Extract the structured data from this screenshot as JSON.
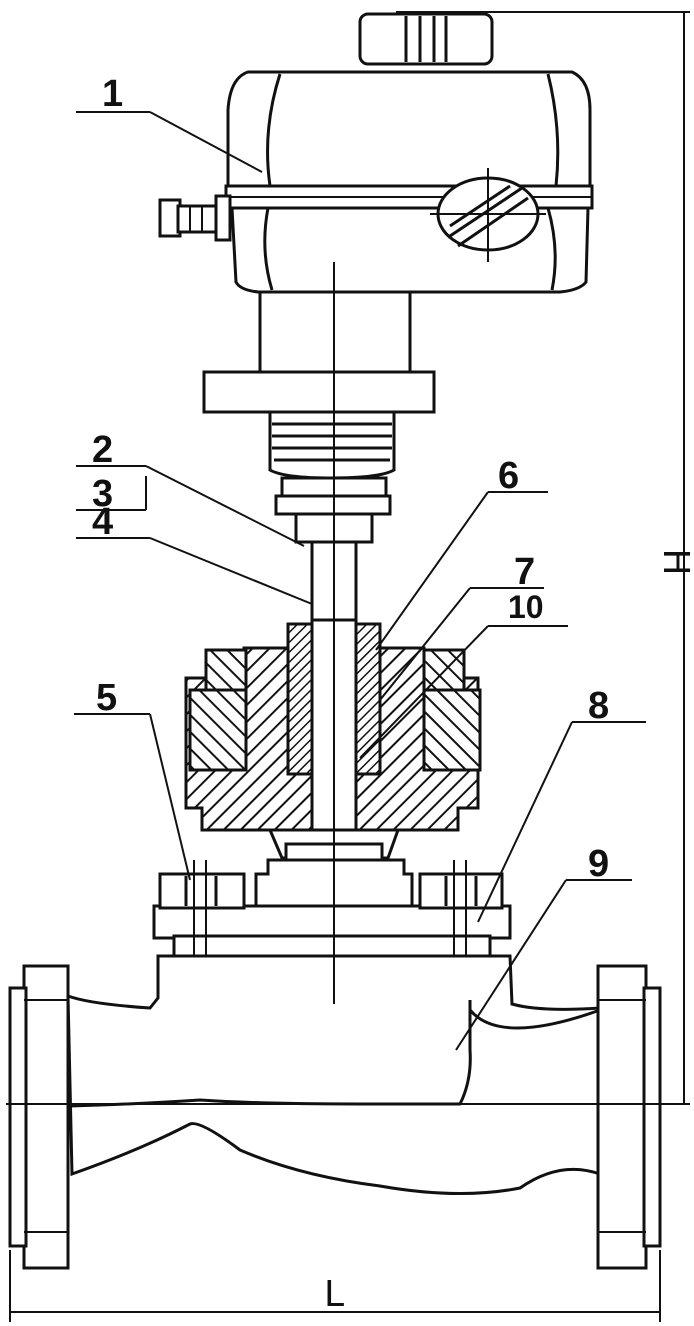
{
  "diagram": {
    "part_labels": [
      {
        "id": "p1",
        "text": "1"
      },
      {
        "id": "p2",
        "text": "2"
      },
      {
        "id": "p3",
        "text": "3"
      },
      {
        "id": "p4",
        "text": "4"
      },
      {
        "id": "p5",
        "text": "5"
      },
      {
        "id": "p6",
        "text": "6"
      },
      {
        "id": "p7",
        "text": "7"
      },
      {
        "id": "p8",
        "text": "8"
      },
      {
        "id": "p9",
        "text": "9"
      },
      {
        "id": "p10",
        "text": "10"
      }
    ],
    "dimensions": {
      "height_label": "H",
      "length_label": "L"
    }
  }
}
